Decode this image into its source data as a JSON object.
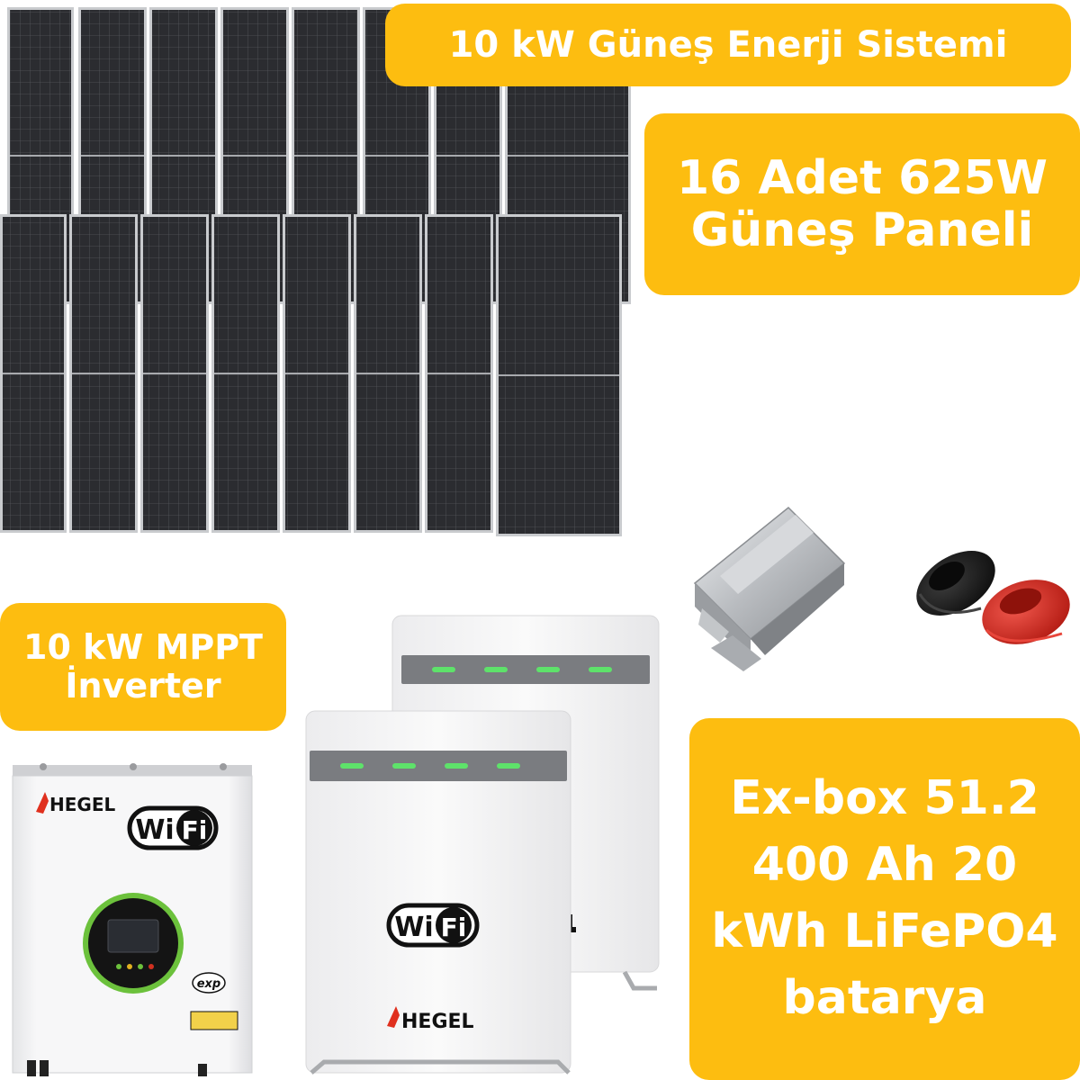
{
  "labels": {
    "system_title": "10 kW Güneş Enerji Sistemi",
    "panels": [
      "16 Adet 625W",
      "Güneş Paneli"
    ],
    "inverter": [
      "10 kW MPPT",
      "İnverter"
    ],
    "battery": [
      "Ex-box 51.2",
      "400 Ah 20",
      "kWh LiFePO4",
      "batarya"
    ]
  },
  "inverter": {
    "brand": "HEGEL",
    "wifi_badge": {
      "left": "Wi",
      "right": "Fi"
    },
    "model_tag": "exp"
  },
  "battery": {
    "brand": "HEGEL",
    "wifi_badge": {
      "left": "Wi",
      "right": "Fi"
    }
  },
  "colors": {
    "badge_yellow": "#fdbd10",
    "badge_text": "#ffffff",
    "panel_cell": "#2b2c30",
    "panel_frame": "#c9cbce",
    "inverter_ring": "#6cc13c",
    "battery_led": "#5ee26a",
    "cable_red": "#d8261c",
    "cable_black": "#1a1a1a"
  }
}
